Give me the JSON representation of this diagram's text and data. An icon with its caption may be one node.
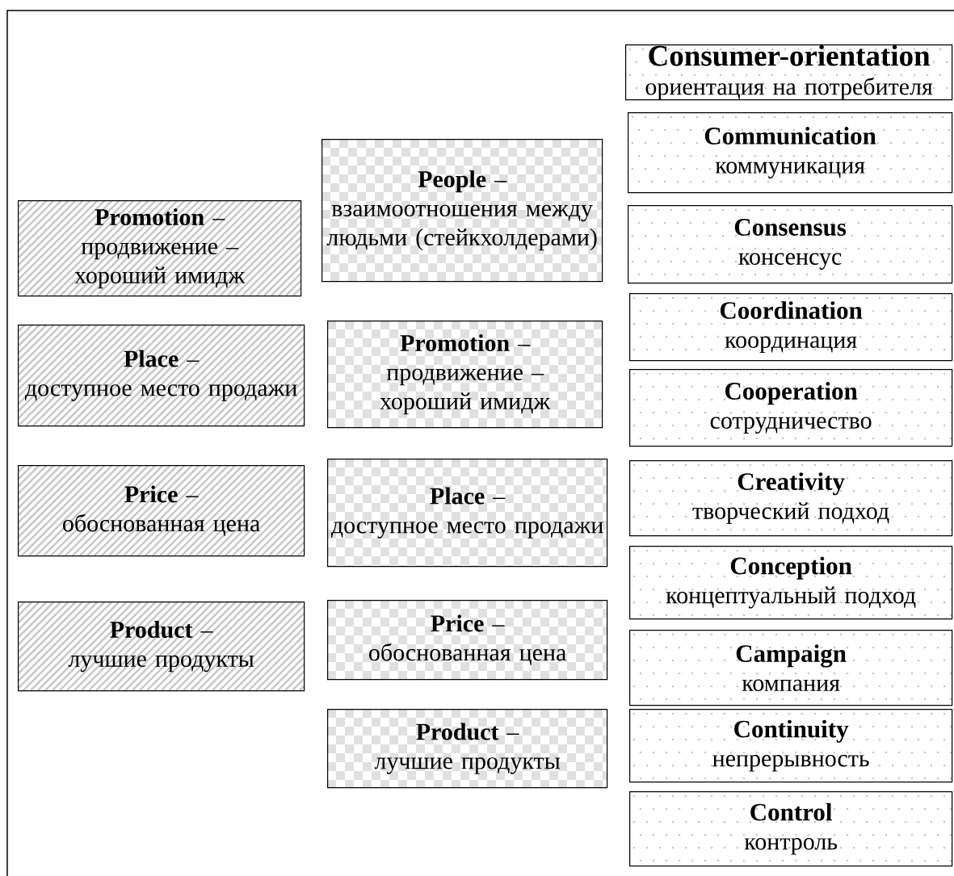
{
  "diagram": {
    "nodes": [
      {
        "text": [
          "**Promotion** –",
          "продвижение – хороший имидж"
        ]
      },
      {
        "text": [
          "**Place** –",
          "доступное место продажи"
        ]
      },
      {
        "text": [
          "**Price** –",
          "обоснованная цена"
        ]
      },
      {
        "text": [
          "**Product** –",
          "лучшие продукты"
        ]
      },
      {
        "text": [
          "**People** –",
          "взаимоотношения между людьми (стейкхолдерами)"
        ]
      },
      {
        "text": [
          "**Promotion** –",
          "продвижение – хороший имидж"
        ]
      },
      {
        "text": [
          "**Place** –",
          "доступное место продажи"
        ]
      },
      {
        "text": [
          "**Price** –",
          "обоснованная цена"
        ]
      },
      {
        "text": [
          "**Product** –",
          "лучшие продукты"
        ]
      },
      {
        "text": [
          "Consumer-orientation",
          "ориентация на потребителя"
        ]
      },
      {
        "text": [
          "Communication",
          "коммуникация"
        ]
      },
      {
        "text": [
          "Consensus",
          "консенсус"
        ]
      },
      {
        "text": [
          "Coordination",
          "координация"
        ]
      },
      {
        "text": [
          "Cooperation",
          "сотрудничество"
        ]
      },
      {
        "text": [
          "Creativity",
          "творческий подход"
        ]
      },
      {
        "text": [
          "Conception",
          "концептуальный подход"
        ]
      },
      {
        "text": [
          "Campaign",
          "компания"
        ]
      },
      {
        "text": [
          "Continuity",
          "непрерывность"
        ]
      },
      {
        "text": [
          "Control",
          "контроль"
        ]
      }
    ]
  }
}
